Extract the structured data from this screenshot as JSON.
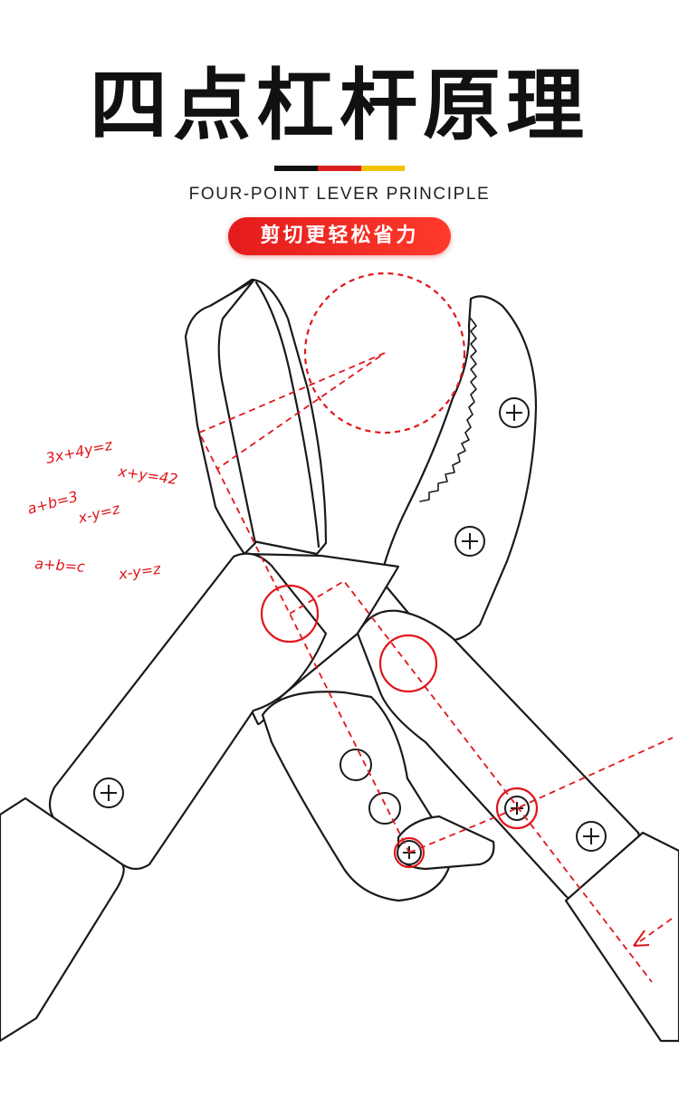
{
  "header": {
    "title": "四点杠杆原理",
    "subtitle": "FOUR-POINT LEVER PRINCIPLE",
    "badge": "剪切更轻松省力"
  },
  "colors": {
    "accent_red": "#E0161B",
    "badge_gradient_start": "#E31B1B",
    "badge_gradient_end": "#FF3A2C",
    "stripe_black": "#111111",
    "stripe_red": "#D81E1E",
    "stripe_yellow": "#F2C200",
    "line": "#1a1a1a"
  },
  "annotations": {
    "eq1": "3x+4y=z",
    "eq2": "x+y=42",
    "eq3": "a+b=3",
    "eq4": "x-y=z",
    "eq5": "a+b=c",
    "eq6": "x-y=z"
  },
  "icons": {
    "pivot": "plus-circle-icon"
  }
}
